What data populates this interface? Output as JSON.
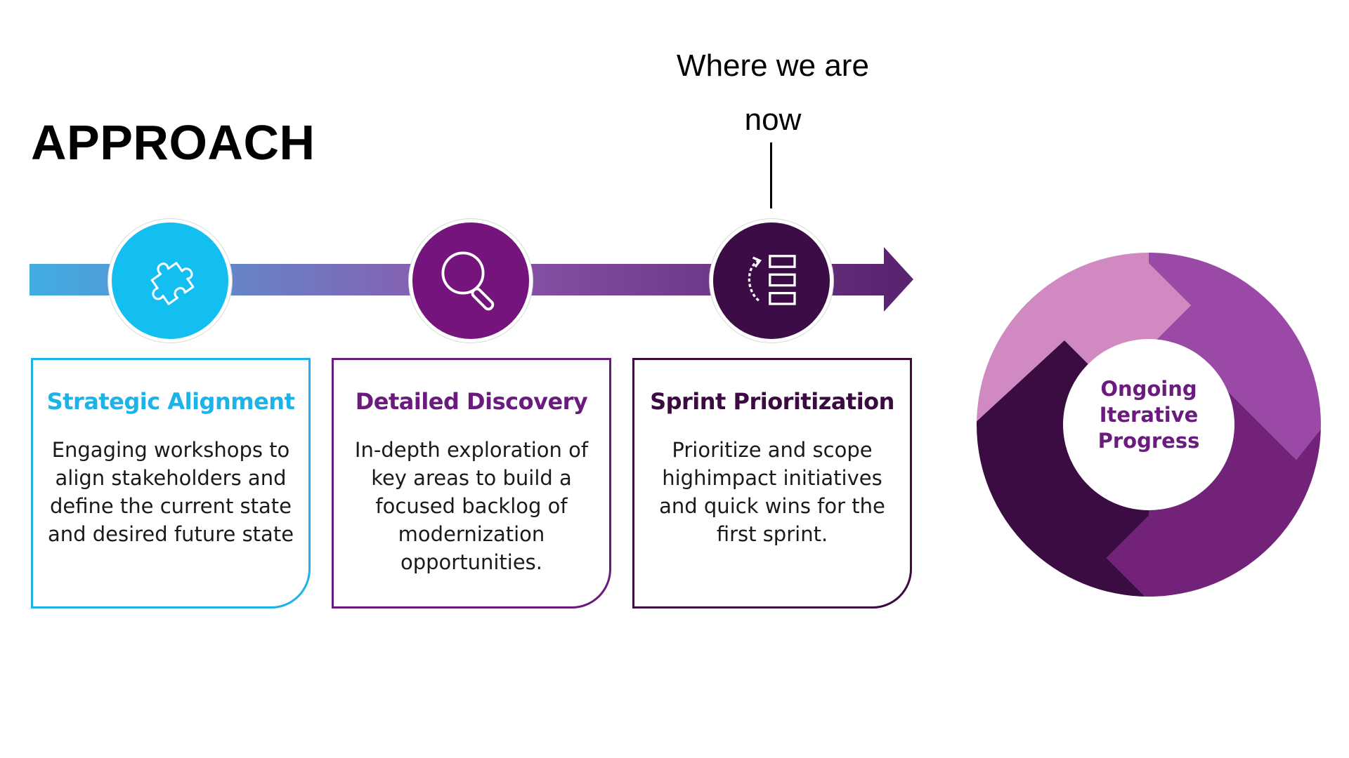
{
  "title": "APPROACH",
  "marker": {
    "line1": "Where we are",
    "line2": "now"
  },
  "steps": [
    {
      "icon": "puzzle-icon",
      "title": "Strategic Alignment",
      "body": "Engaging workshops to align stakeholders and define the current state and desired future state",
      "color": "#1bb3e8",
      "circle_color": "#12bff0"
    },
    {
      "icon": "magnifier-icon",
      "title": "Detailed Discovery",
      "body": "In-depth exploration of key areas to build a focused backlog of modernization opportunities.",
      "color": "#6b1a7d",
      "circle_color": "#74147c"
    },
    {
      "icon": "reorder-list-icon",
      "title": "Sprint Prioritization",
      "body": "Prioritize and scope highimpact initiatives and quick wins for the first sprint.",
      "color": "#3a0a40",
      "circle_color": "#3b0c45"
    }
  ],
  "cycle": {
    "label": "Ongoing Iterative Progress",
    "colors": [
      "#d08ac1",
      "#9a4aa6",
      "#722279",
      "#3a0c42"
    ]
  },
  "track_colors": {
    "start": "#41ade2",
    "mid": "#8d58ad",
    "end": "#5a2470"
  }
}
